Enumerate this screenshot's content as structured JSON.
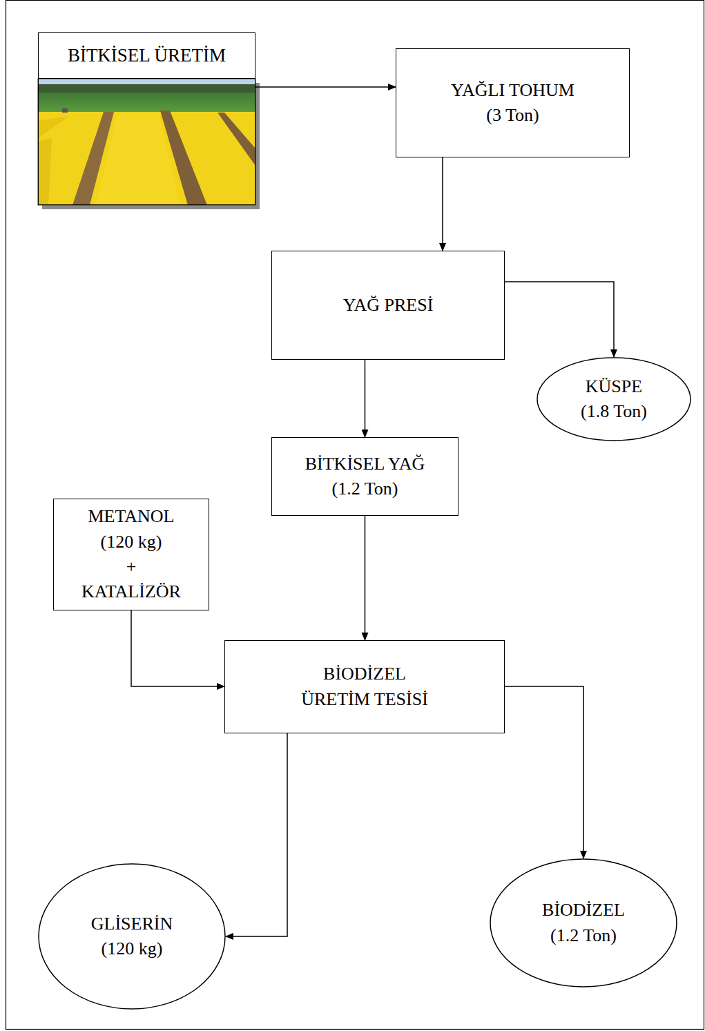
{
  "diagram": {
    "nodes": [
      {
        "text": [
          "BİTKİSEL ÜRETİM"
        ]
      },
      {
        "text": [
          "YAĞLI TOHUM",
          "(3 Ton)"
        ]
      },
      {
        "text": [
          "YAĞ PRESİ"
        ]
      },
      {
        "text": [
          "KÜSPE",
          "(1.8 Ton)"
        ]
      },
      {
        "text": [
          "BİTKİSEL YAĞ",
          "(1.2 Ton)"
        ]
      },
      {
        "text": [
          "METANOL",
          "(120 kg)",
          "+",
          "KATALİZÖR"
        ]
      },
      {
        "text": [
          "BİODİZEL ÜRETİM TESİSİ"
        ]
      },
      {
        "text": [
          "GLİSERİN",
          "(120 kg)"
        ]
      },
      {
        "text": [
          "BİODİZEL",
          "(1.2 Ton)"
        ]
      }
    ],
    "edges": [
      {
        "from": 0,
        "to": 1,
        "arrow": "to"
      },
      {
        "from": 1,
        "to": 2,
        "arrow": "to"
      },
      {
        "from": 2,
        "to": 3,
        "arrow": "to"
      },
      {
        "from": 2,
        "to": 4,
        "arrow": "to"
      },
      {
        "from": 4,
        "to": 6,
        "arrow": "to"
      },
      {
        "from": 5,
        "to": 6,
        "arrow": "to"
      },
      {
        "from": 6,
        "to": 7,
        "arrow": "to"
      },
      {
        "from": 6,
        "to": 8,
        "arrow": "to"
      }
    ]
  }
}
